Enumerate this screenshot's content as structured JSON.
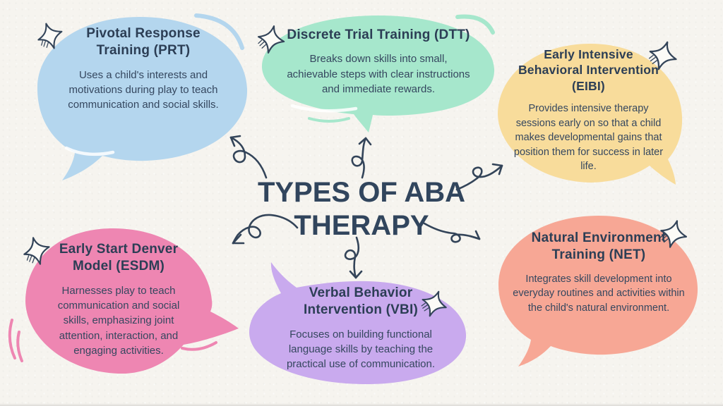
{
  "title": {
    "line1": "TYPES OF ABA",
    "line2": "THERAPY"
  },
  "ink_color": "#334459",
  "background_color": "#f6f4ef",
  "icons": {
    "star": "hand-drawn 4-point sparkle star"
  },
  "bubbles": [
    {
      "id": "prt",
      "color": "#b4d6ee",
      "heading": "Pivotal Response Training (PRT)",
      "body": "Uses a child's interests and motivations during play to teach communication and social skills."
    },
    {
      "id": "dtt",
      "color": "#a6e7cc",
      "heading": "Discrete Trial Training (DTT)",
      "body": "Breaks down skills into small, achievable steps with clear instructions and immediate rewards."
    },
    {
      "id": "eibi",
      "color": "#f8dc9b",
      "heading": "Early Intensive Behavioral Intervention (EIBI)",
      "body": "Provides intensive therapy sessions early on so that a child makes developmental gains that position them for success in later life."
    },
    {
      "id": "esdm",
      "color": "#ee86b2",
      "heading": "Early Start Denver Model (ESDM)",
      "body": "Harnesses play to teach communication and social skills, emphasizing joint attention, interaction, and engaging activities."
    },
    {
      "id": "vbi",
      "color": "#c9aaee",
      "heading": "Verbal Behavior Intervention (VBI)",
      "body": "Focuses on building functional language skills by teaching the practical use of communication."
    },
    {
      "id": "net",
      "color": "#f7a795",
      "heading": "Natural Environment Training (NET)",
      "body": "Integrates skill development into everyday routines and activities within the child's natural environment."
    }
  ],
  "arrows": [
    {
      "to": "prt",
      "direction": "up-left"
    },
    {
      "to": "dtt",
      "direction": "up"
    },
    {
      "to": "eibi",
      "direction": "up-right"
    },
    {
      "to": "esdm",
      "direction": "down-left"
    },
    {
      "to": "vbi",
      "direction": "down"
    },
    {
      "to": "net",
      "direction": "down-right"
    }
  ]
}
